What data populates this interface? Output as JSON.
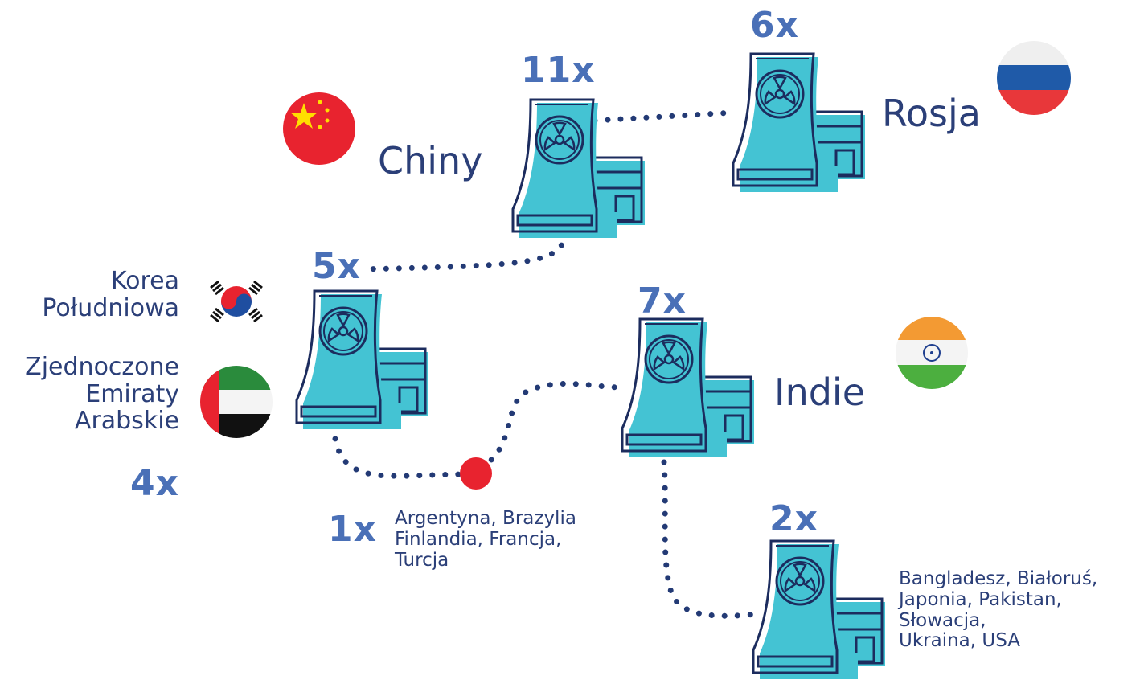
{
  "colors": {
    "plant_fill": "#44c3d3",
    "plant_stroke": "#1c2c5e",
    "dots": "#233a75",
    "text": "#2b3f78",
    "count": "#4a70b7",
    "marker": "#e8232f"
  },
  "plants": [
    {
      "id": "china",
      "count": "11x",
      "country": "Chiny"
    },
    {
      "id": "russia",
      "count": "6x",
      "country": "Rosja"
    },
    {
      "id": "korea",
      "count": "5x",
      "country": "Korea\nPołudniowa"
    },
    {
      "id": "india",
      "count": "7x",
      "country": "Indie"
    },
    {
      "id": "others2",
      "count": "2x",
      "country": "Bangladesz, Białoruś,\nJaponia, Pakistan,\nSłowacja,\nUkraina, USA"
    }
  ],
  "uae": {
    "country": "Zjednoczone\nEmiraty\nArabskie",
    "count": "4x"
  },
  "others1": {
    "count": "1x",
    "countries": "Argentyna, Brazylia\nFinlandia, Francja,\nTurcja"
  },
  "icons": [
    "nuclear-plant-icon",
    "radiation-icon",
    "flag-china-icon",
    "flag-russia-icon",
    "flag-south-korea-icon",
    "flag-uae-icon",
    "flag-india-icon"
  ]
}
